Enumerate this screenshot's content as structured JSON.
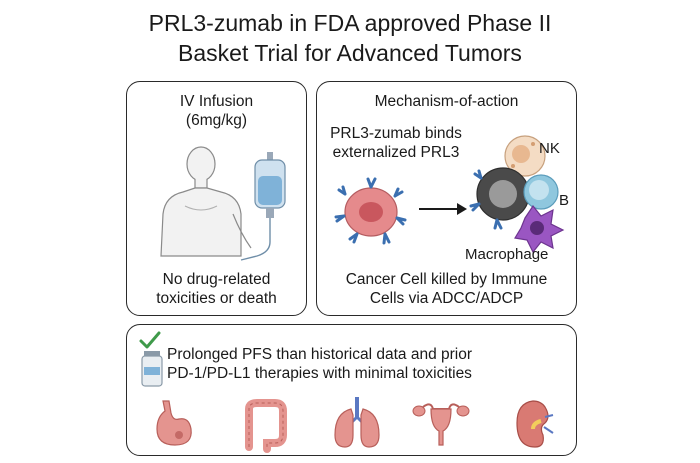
{
  "title": {
    "line1": "PRL3-zumab in FDA approved Phase II",
    "line2": "Basket Trial for Advanced Tumors"
  },
  "left_panel": {
    "heading_line1": "IV Infusion",
    "heading_line2": "(6mg/kg)",
    "footer_line1": "No drug-related",
    "footer_line2": "toxicities or death",
    "icons": [
      "patient-figure-icon",
      "iv-bag-icon"
    ]
  },
  "right_panel": {
    "heading": "Mechanism-of-action",
    "binds_line1": "PRL3-zumab binds",
    "binds_line2": "externalized PRL3",
    "label_nk": "NK",
    "label_b": "B",
    "label_macrophage": "Macrophage",
    "footer_line1": "Cancer Cell killed by Immune",
    "footer_line2": "Cells via ADCC/ADCP",
    "icons": [
      "cancer-cell-icon",
      "arrow-right-icon",
      "nk-cell-icon",
      "b-cell-icon",
      "macrophage-icon"
    ]
  },
  "bottom_panel": {
    "outcome_line1": "Prolonged PFS than historical data and prior",
    "outcome_line2": "PD-1/PD-L1 therapies with minimal toxicities",
    "icons": [
      "vial-checkmark-icon",
      "stomach-icon",
      "colon-icon",
      "lungs-icon",
      "uterus-icon",
      "kidney-icon"
    ]
  },
  "colors": {
    "cancer_cell": "#e58a8c",
    "antibody": "#3b6fb0",
    "nk_cell": "#f4dcc4",
    "b_cell": "#8fc7de",
    "macrophage": "#9a56c2",
    "organ": "#e4948f",
    "check": "#3f9a4a"
  }
}
